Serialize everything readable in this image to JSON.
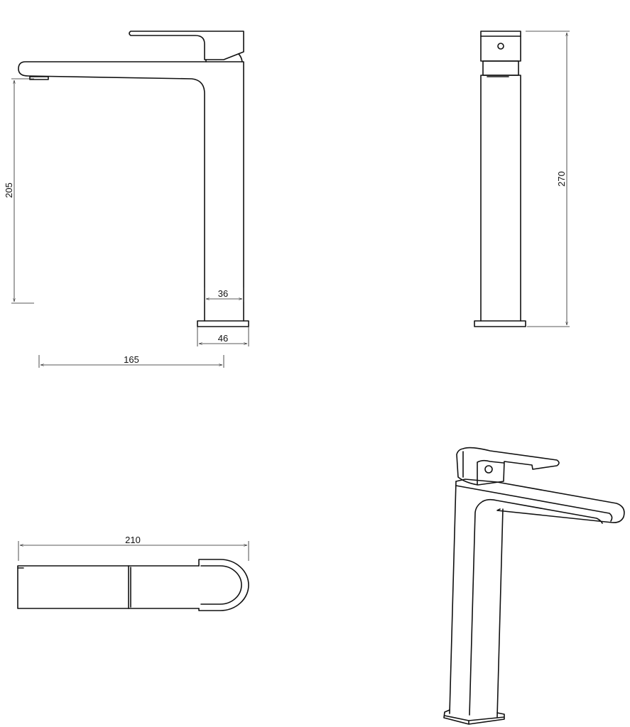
{
  "drawing": {
    "views": [
      "front",
      "side",
      "top",
      "isometric"
    ],
    "line_color": "#111111",
    "background": "#ffffff",
    "dimensions": {
      "spout_height": "205",
      "body_width": "36",
      "base_width": "46",
      "spout_reach": "165",
      "total_height": "270",
      "total_length": "210"
    }
  }
}
